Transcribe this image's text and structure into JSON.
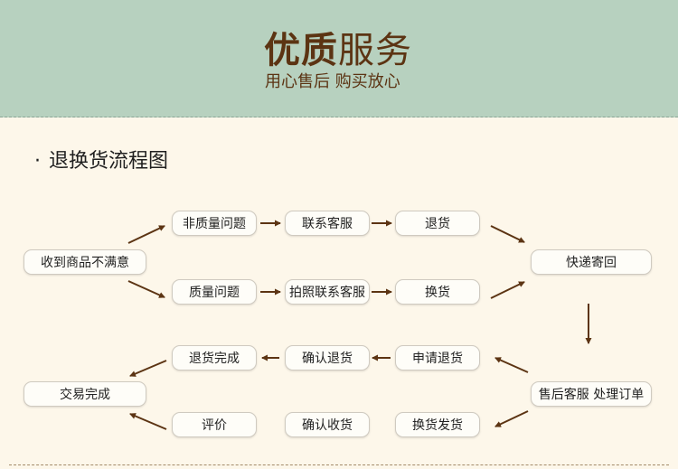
{
  "header": {
    "title_strong": "优质",
    "title_light": "服务",
    "subtitle": "用心售后 购买放心"
  },
  "section": {
    "bullet": "·",
    "title": "退换货流程图"
  },
  "colors": {
    "banner": "#b7d1bf",
    "background": "#fdf7ea",
    "title": "#5c3413",
    "arrow": "#5c3413"
  },
  "nodes": {
    "receive": "收到商品不满意",
    "non_quality": "非质量问题",
    "contact_cs": "联系客服",
    "return": "退货",
    "quality": "质量问题",
    "photo_contact": "拍照联系客服",
    "exchange": "换货",
    "express_return": "快递寄回",
    "aftersale": "售后客服 处理订单",
    "apply_return": "申请退货",
    "confirm_return": "确认退货",
    "return_done": "退货完成",
    "deal_done": "交易完成",
    "exchange_ship": "换货发货",
    "confirm_receipt": "确认收货",
    "review": "评价"
  }
}
